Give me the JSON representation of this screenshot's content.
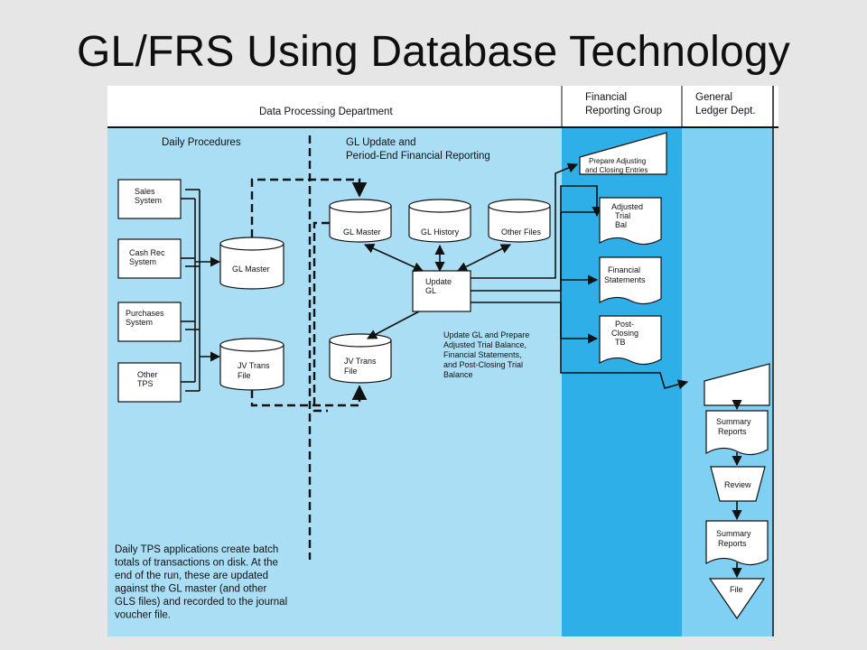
{
  "slide": {
    "title": "GL/FRS Using Database Technology"
  },
  "header": {
    "data_processing": "Data Processing Department",
    "financial_reporting": [
      "Financial",
      "Reporting Group"
    ],
    "general_ledger": [
      "General",
      "Ledger Dept."
    ]
  },
  "sections": {
    "daily_procedures": "Daily Procedures",
    "gl_update": [
      "GL Update and",
      "Period-End Financial Reporting"
    ]
  },
  "inputs": {
    "sales": [
      "Sales",
      "System"
    ],
    "cash_rec": [
      "Cash Rec",
      "System"
    ],
    "purchases": [
      "Purchases",
      "System"
    ],
    "other_tps": [
      "Other",
      "TPS"
    ]
  },
  "files": {
    "gl_master_daily": "GL Master",
    "jv_trans_daily": [
      "JV Trans",
      "File"
    ],
    "gl_master": "GL Master",
    "gl_history": "GL History",
    "other_files": "Other Files",
    "jv_trans": [
      "JV Trans",
      "File"
    ]
  },
  "process": {
    "update_gl": [
      "Update",
      "GL"
    ]
  },
  "update_note": [
    "Update GL and Prepare",
    "Adjusted Trial Balance,",
    "Financial Statements,",
    "and Post-Closing Trial",
    "Balance"
  ],
  "financial_reporting": {
    "prepare_entries": [
      "Prepare Adjusting",
      "and Closing Entries"
    ],
    "adjusted_tb": [
      "Adjusted",
      "Trial",
      "Bal"
    ],
    "financial_statements": [
      "Financial",
      "Statements"
    ],
    "post_closing_tb": [
      "Post-",
      "Closing",
      "TB"
    ]
  },
  "general_ledger_dept": {
    "summary_reports_1": [
      "Summary",
      "Reports"
    ],
    "review": "Review",
    "summary_reports_2": [
      "Summary",
      "Reports"
    ],
    "file": "File"
  },
  "daily_note": [
    "Daily TPS applications create batch",
    "totals of transactions on disk.  At the",
    "end of the run, these are updated",
    "against the GL master (and other",
    "GLS files) and recorded to the journal",
    "voucher file."
  ],
  "colors": {
    "panel_light": "#aadef4",
    "panel_dark": "#2eafe8",
    "panel_mid": "#7fd0f2",
    "header_bg": "#ffffff"
  }
}
